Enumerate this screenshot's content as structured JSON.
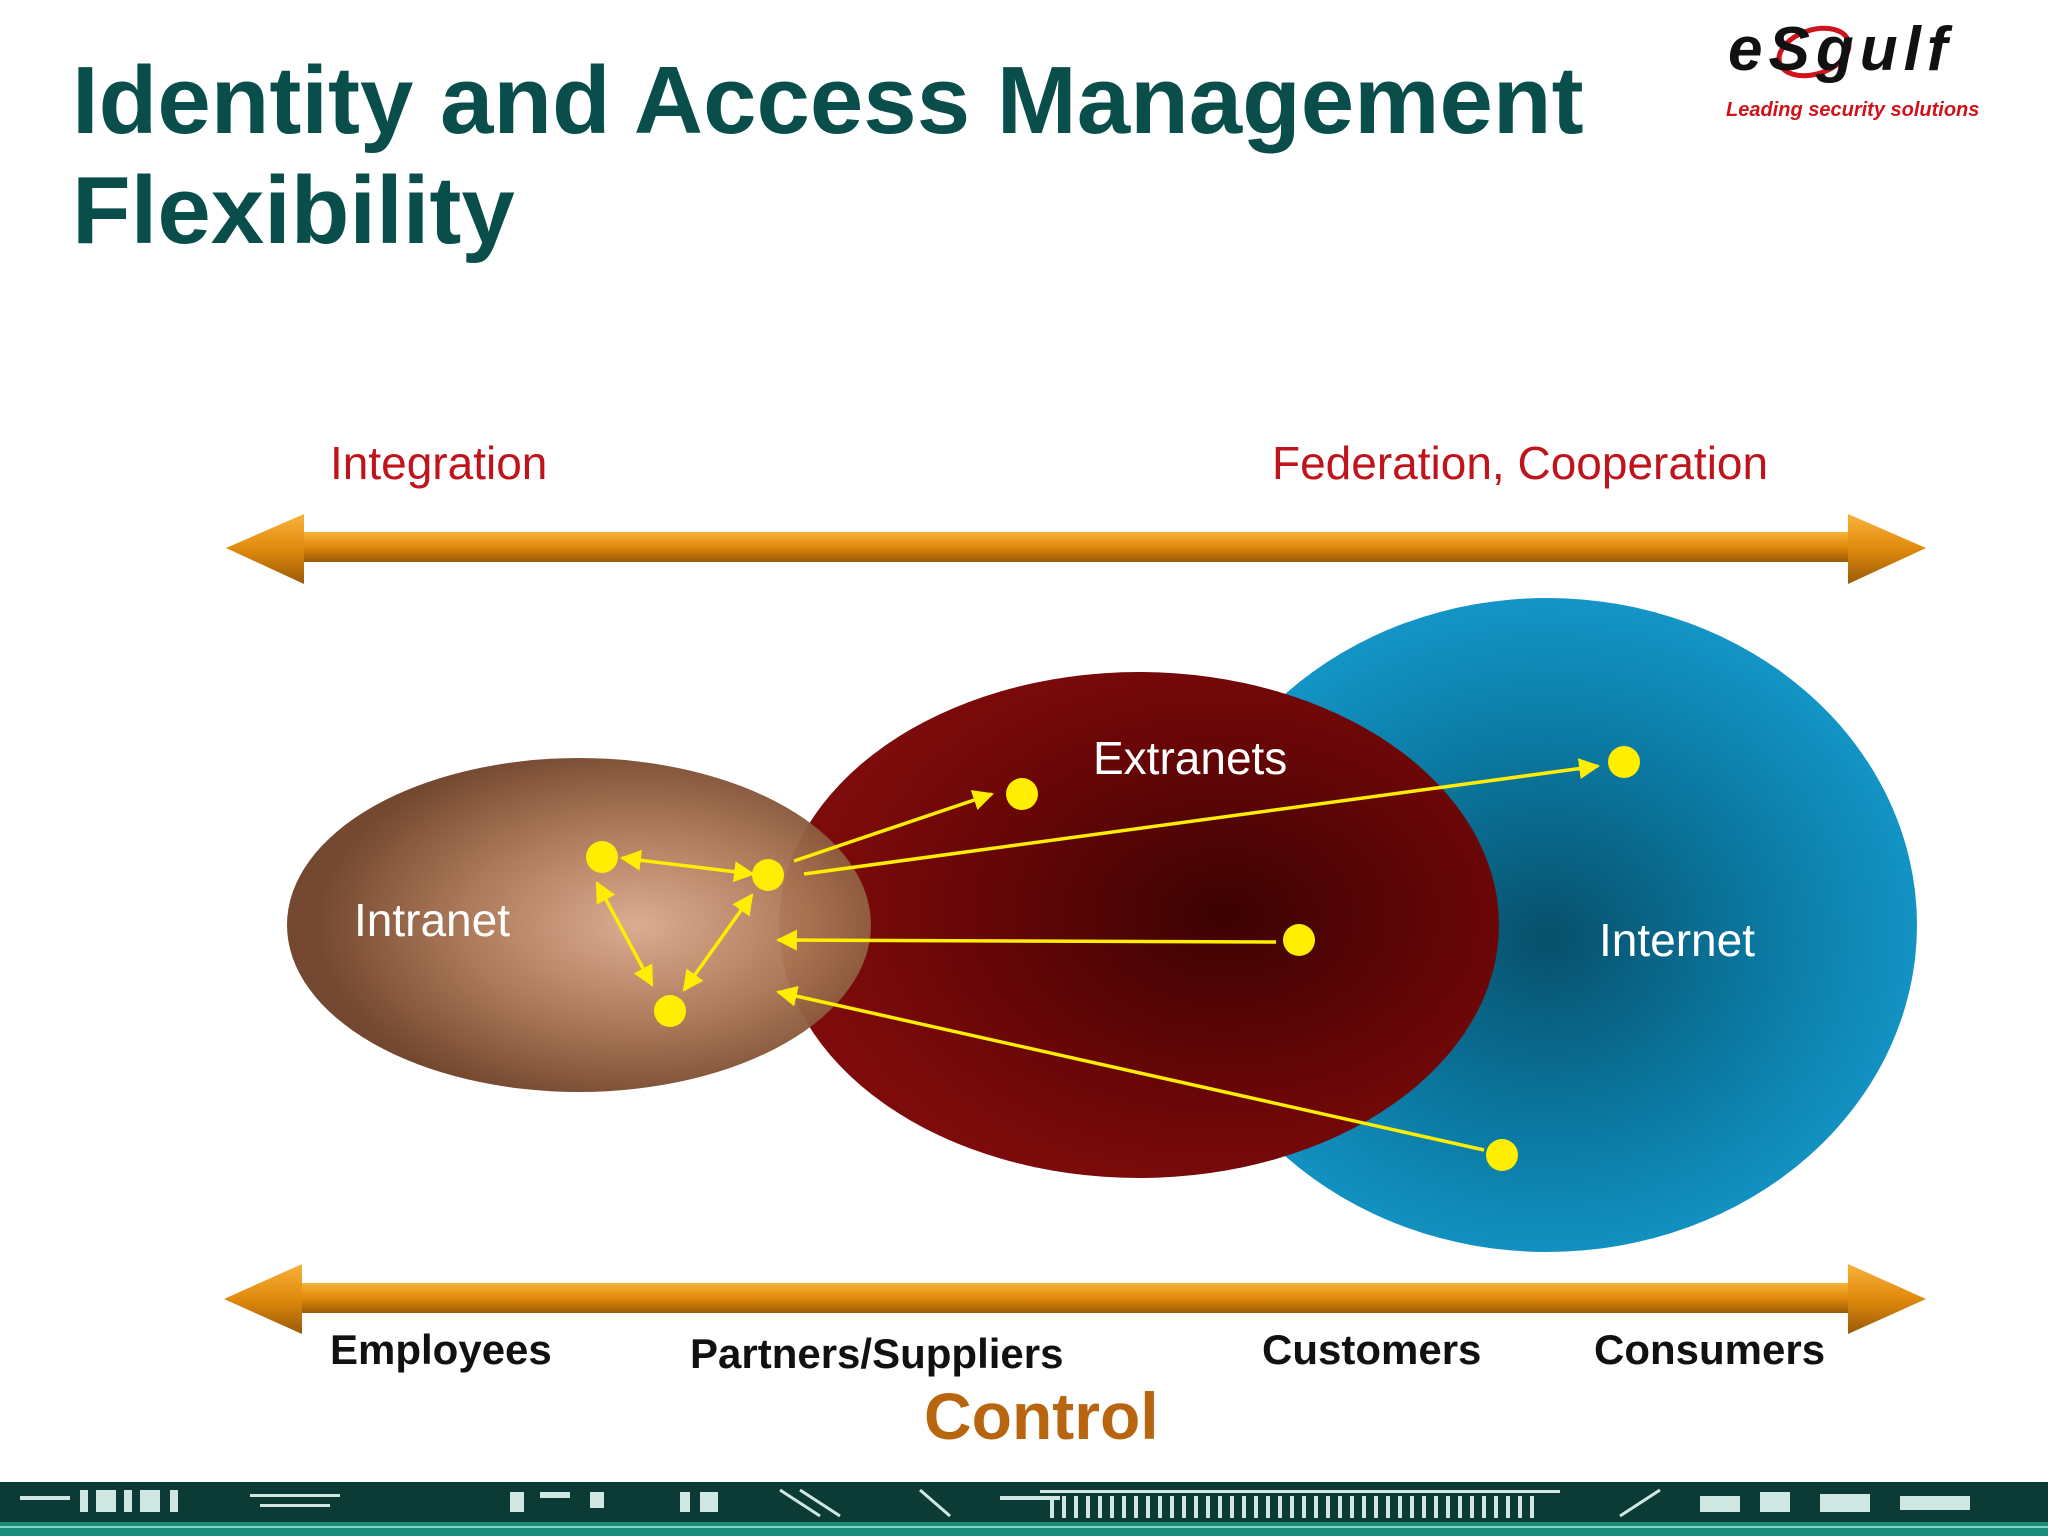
{
  "title": {
    "line1": "Identity and Access Management",
    "line2": "Flexibility"
  },
  "logo": {
    "wordmark": "eSgulf",
    "tagline": "Leading security solutions"
  },
  "top_axis": {
    "left_label": "Integration",
    "right_label": "Federation, Cooperation"
  },
  "zones": {
    "intranet": "Intranet",
    "extranets": "Extranets",
    "internet": "Internet"
  },
  "bottom_axis": {
    "labels": [
      "Employees",
      "Partners/Suppliers",
      "Customers",
      "Consumers"
    ],
    "caption": "Control"
  },
  "colors": {
    "title": "#0a4e4b",
    "top_labels": "#c0131b",
    "arrow": "#e08a0c",
    "intranet": "#b07a5c",
    "extranets": "#7a0a0a",
    "internet": "#0f8fbf",
    "nodes": "#ffee00",
    "control": "#b8650f"
  }
}
